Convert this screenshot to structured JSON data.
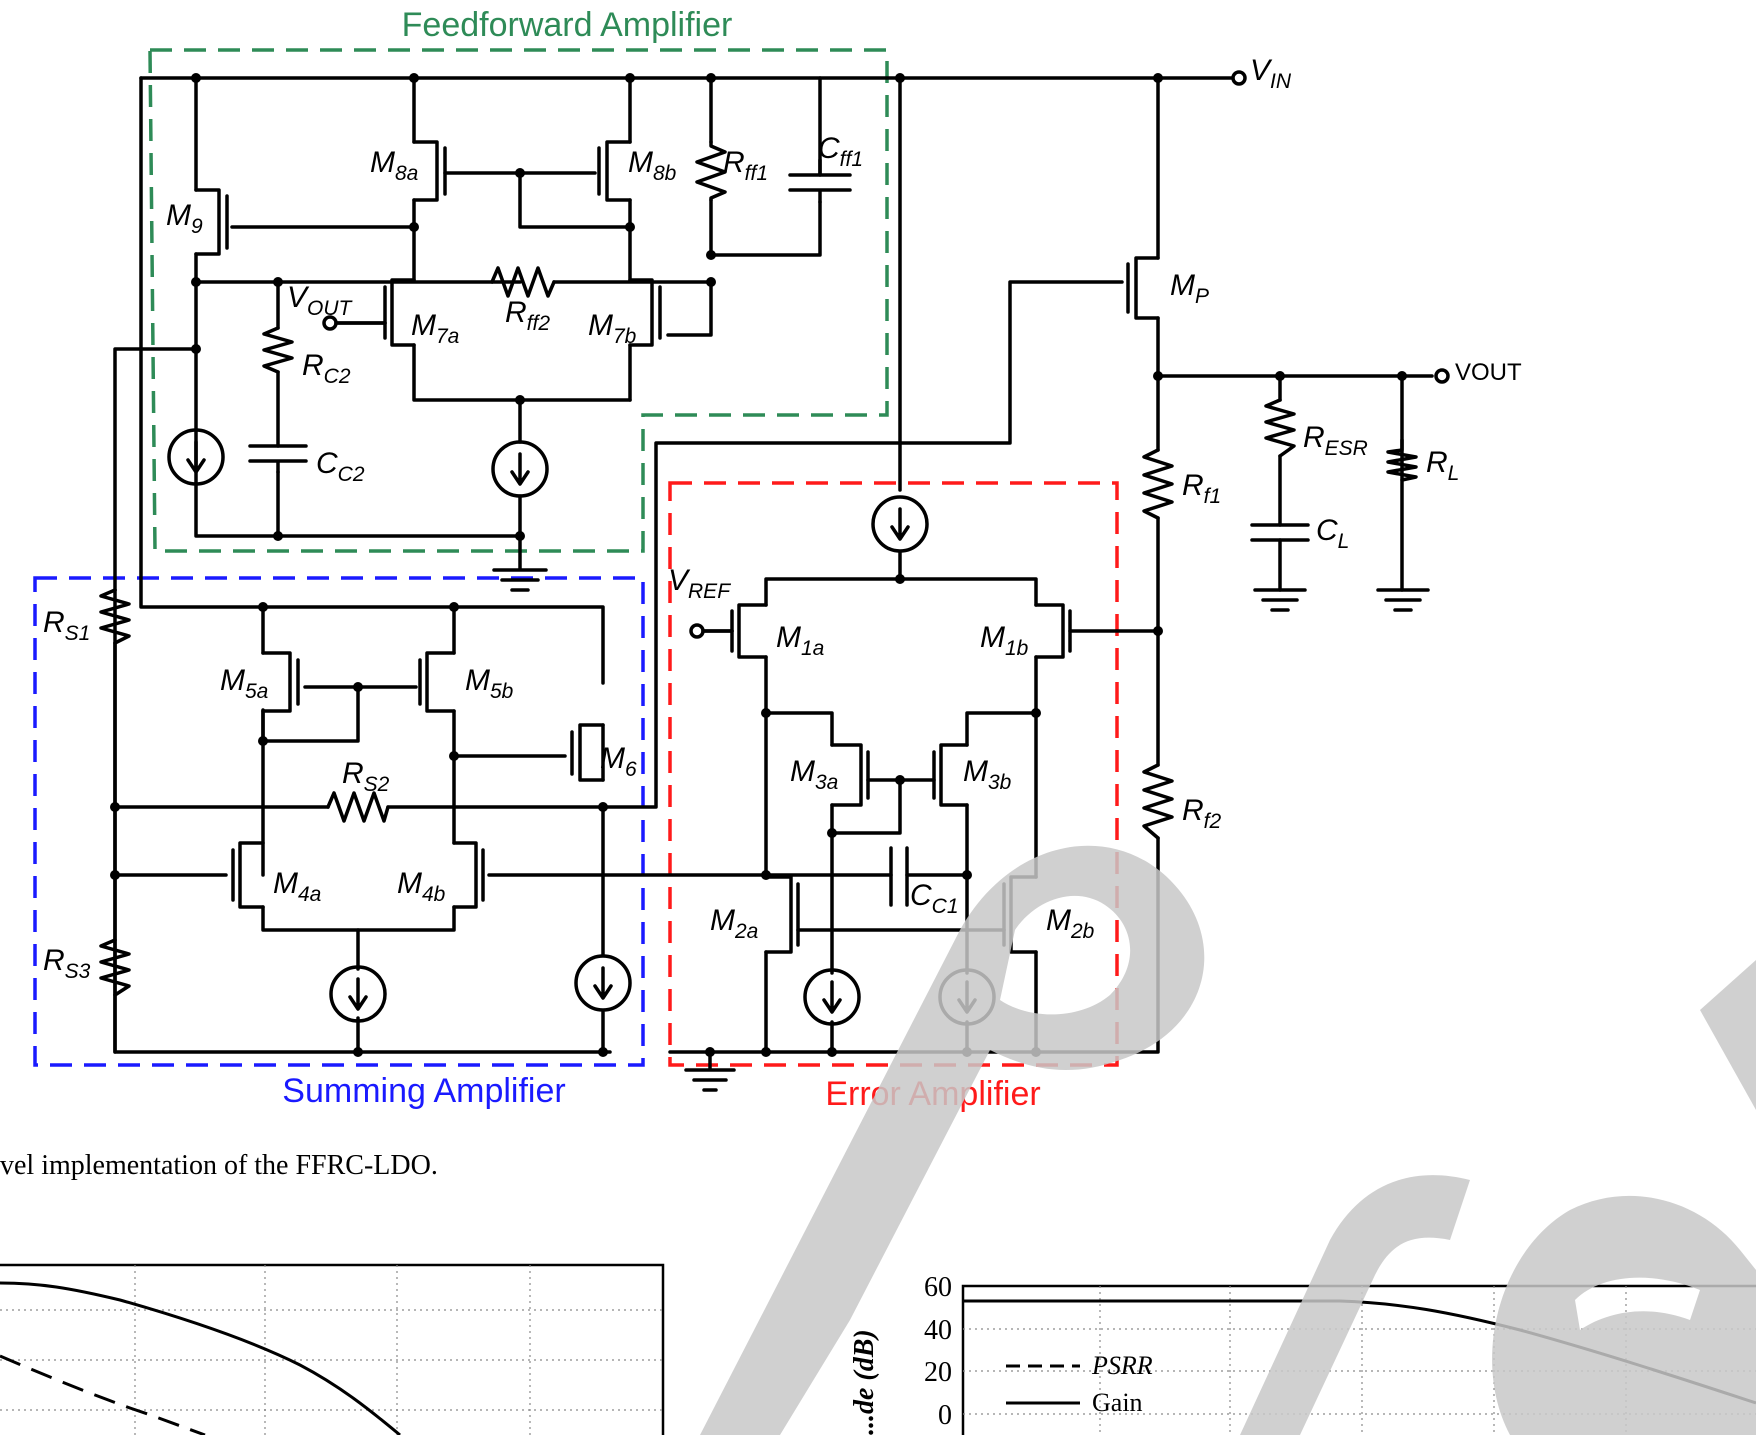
{
  "schematic": {
    "blocks": {
      "feedforward": {
        "title": "Feedforward Amplifier",
        "color": "#2e8b57"
      },
      "summing": {
        "title": "Summing Amplifier",
        "color": "#1a1aff"
      },
      "error": {
        "title": "Error Amplifier",
        "color": "#ff1a1a"
      }
    },
    "labels": {
      "M8a": {
        "main": "M",
        "sub": "8a"
      },
      "M8b": {
        "main": "M",
        "sub": "8b"
      },
      "Rff1": {
        "main": "R",
        "sub": "ff1"
      },
      "Cff1": {
        "main": "C",
        "sub": "ff1"
      },
      "M9": {
        "main": "M",
        "sub": "9"
      },
      "VOUT_ff": {
        "main": "V",
        "sub": "OUT"
      },
      "M7a": {
        "main": "M",
        "sub": "7a"
      },
      "Rff2": {
        "main": "R",
        "sub": "ff2"
      },
      "M7b": {
        "main": "M",
        "sub": "7b"
      },
      "RC2": {
        "main": "R",
        "sub": "C2"
      },
      "CC2": {
        "main": "C",
        "sub": "C2"
      },
      "VIN": {
        "main": "V",
        "sub": "IN"
      },
      "MP": {
        "main": "M",
        "sub": "P"
      },
      "VOUT_main": "VOUT",
      "RESR": {
        "main": "R",
        "sub": "ESR"
      },
      "RL": {
        "main": "R",
        "sub": "L"
      },
      "Rf1": {
        "main": "R",
        "sub": "f1"
      },
      "CL": {
        "main": "C",
        "sub": "L"
      },
      "Rf2": {
        "main": "R",
        "sub": "f2"
      },
      "VREF": {
        "main": "V",
        "sub": "REF"
      },
      "M1a": {
        "main": "M",
        "sub": "1a"
      },
      "M1b": {
        "main": "M",
        "sub": "1b"
      },
      "M3a": {
        "main": "M",
        "sub": "3a"
      },
      "M3b": {
        "main": "M",
        "sub": "3b"
      },
      "CC1": {
        "main": "C",
        "sub": "C1"
      },
      "M2a": {
        "main": "M",
        "sub": "2a"
      },
      "M2b": {
        "main": "M",
        "sub": "2b"
      },
      "RS1": {
        "main": "R",
        "sub": "S1"
      },
      "M5a": {
        "main": "M",
        "sub": "5a"
      },
      "M5b": {
        "main": "M",
        "sub": "5b"
      },
      "M6": {
        "main": "M",
        "sub": "6"
      },
      "RS2": {
        "main": "R",
        "sub": "S2"
      },
      "M4a": {
        "main": "M",
        "sub": "4a"
      },
      "M4b": {
        "main": "M",
        "sub": "4b"
      },
      "RS3": {
        "main": "R",
        "sub": "S3"
      }
    }
  },
  "caption": "vel implementation of the FFRC-LDO.",
  "watermark": {
    "text": "Pre Version",
    "color": "#c8c8c8"
  },
  "chart_data": [
    {
      "type": "line",
      "title": "",
      "xlabel": "",
      "ylabel": "",
      "series": [
        {
          "values": []
        },
        {
          "values": []
        }
      ],
      "grid": true
    },
    {
      "type": "line",
      "title": "",
      "xlabel": "",
      "ylabel": "...de (dB)",
      "yticks": [
        "60",
        "40",
        "20",
        "0"
      ],
      "ylim": [
        -10,
        60
      ],
      "series": [
        {
          "name": "PSRR",
          "style": "dashed",
          "values": []
        },
        {
          "name": "Gain",
          "style": "solid",
          "y_start": 53,
          "values": []
        }
      ],
      "legend": "left",
      "grid": true
    }
  ]
}
